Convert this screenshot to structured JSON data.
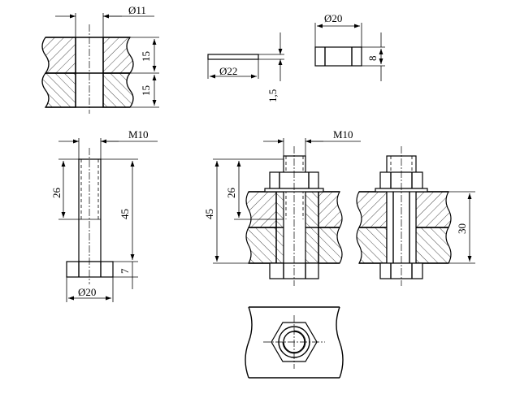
{
  "labels": {
    "hole_diameter": "Ø11",
    "plate_thickness_top": "15",
    "plate_thickness_bottom": "15",
    "washer_outer_diameter": "Ø22",
    "washer_thickness": "1,5",
    "nut_width": "Ø20",
    "nut_height": "8",
    "bolt_thread": "M10",
    "bolt_thread_length": "26",
    "bolt_length": "45",
    "bolt_head_height": "7",
    "bolt_head_diameter": "Ø20",
    "assembly_thread": "M10",
    "assembly_length": "45",
    "assembly_thread_length": "26",
    "assembly_plates_thickness": "30"
  }
}
